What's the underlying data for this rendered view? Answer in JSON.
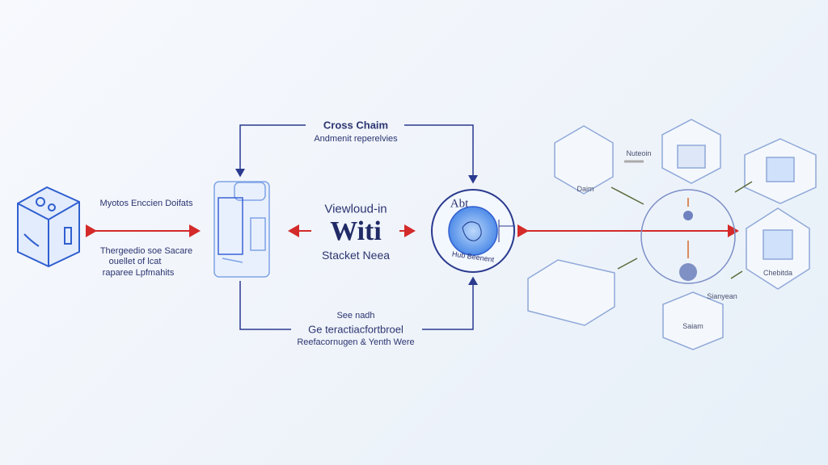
{
  "top_box": {
    "title": "Cross Chaim",
    "subtitle": "Andmenit reperelvies"
  },
  "left_node": {
    "title": "Myotos Enccien Doifats",
    "desc": [
      "Thergeedio soe Sacare",
      "ouellet of lcat",
      "raparee Lpfmahits"
    ]
  },
  "center": {
    "line1": "Viewloud-in",
    "line2": "Witi",
    "line3": "Stacket Neea"
  },
  "bottom_box": {
    "line1": "See nadh",
    "line2": "Ge teractiacfortbroel",
    "line3": "Reefacornugen & Yenth Were"
  },
  "hub": {
    "top": "Abt",
    "bottom": "Hub Beenent"
  },
  "network": {
    "labels": [
      "Nuteoin",
      "Daim",
      "Chebitda",
      "Sianyean",
      "Saiam"
    ]
  },
  "colors": {
    "line": "#2a3a8f",
    "arrow": "#d42a2a",
    "icon": "#3a63d6"
  }
}
